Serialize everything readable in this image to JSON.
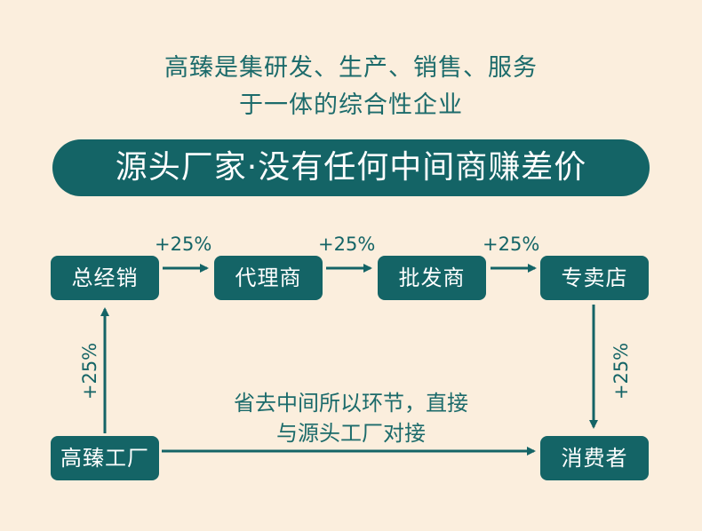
{
  "intro": {
    "line1": "高臻是集研发、生产、销售、服务",
    "line2": "于一体的综合性企业"
  },
  "banner": "源头厂家·没有任何中间商赚差价",
  "nodes": {
    "general_distributor": "总经销",
    "agent": "代理商",
    "wholesaler": "批发商",
    "store": "专卖店",
    "factory": "高臻工厂",
    "consumer": "消费者"
  },
  "markups": {
    "to_general_distributor": "+25%",
    "to_agent": "+25%",
    "to_wholesaler": "+25%",
    "to_store": "+25%",
    "to_consumer": "+25%"
  },
  "note": {
    "line1": "省去中间所以环节，直接",
    "line2": "与源头工厂对接"
  },
  "colors": {
    "background": "#fbeedd",
    "teal": "#146466",
    "text": "#1c6b6b"
  }
}
